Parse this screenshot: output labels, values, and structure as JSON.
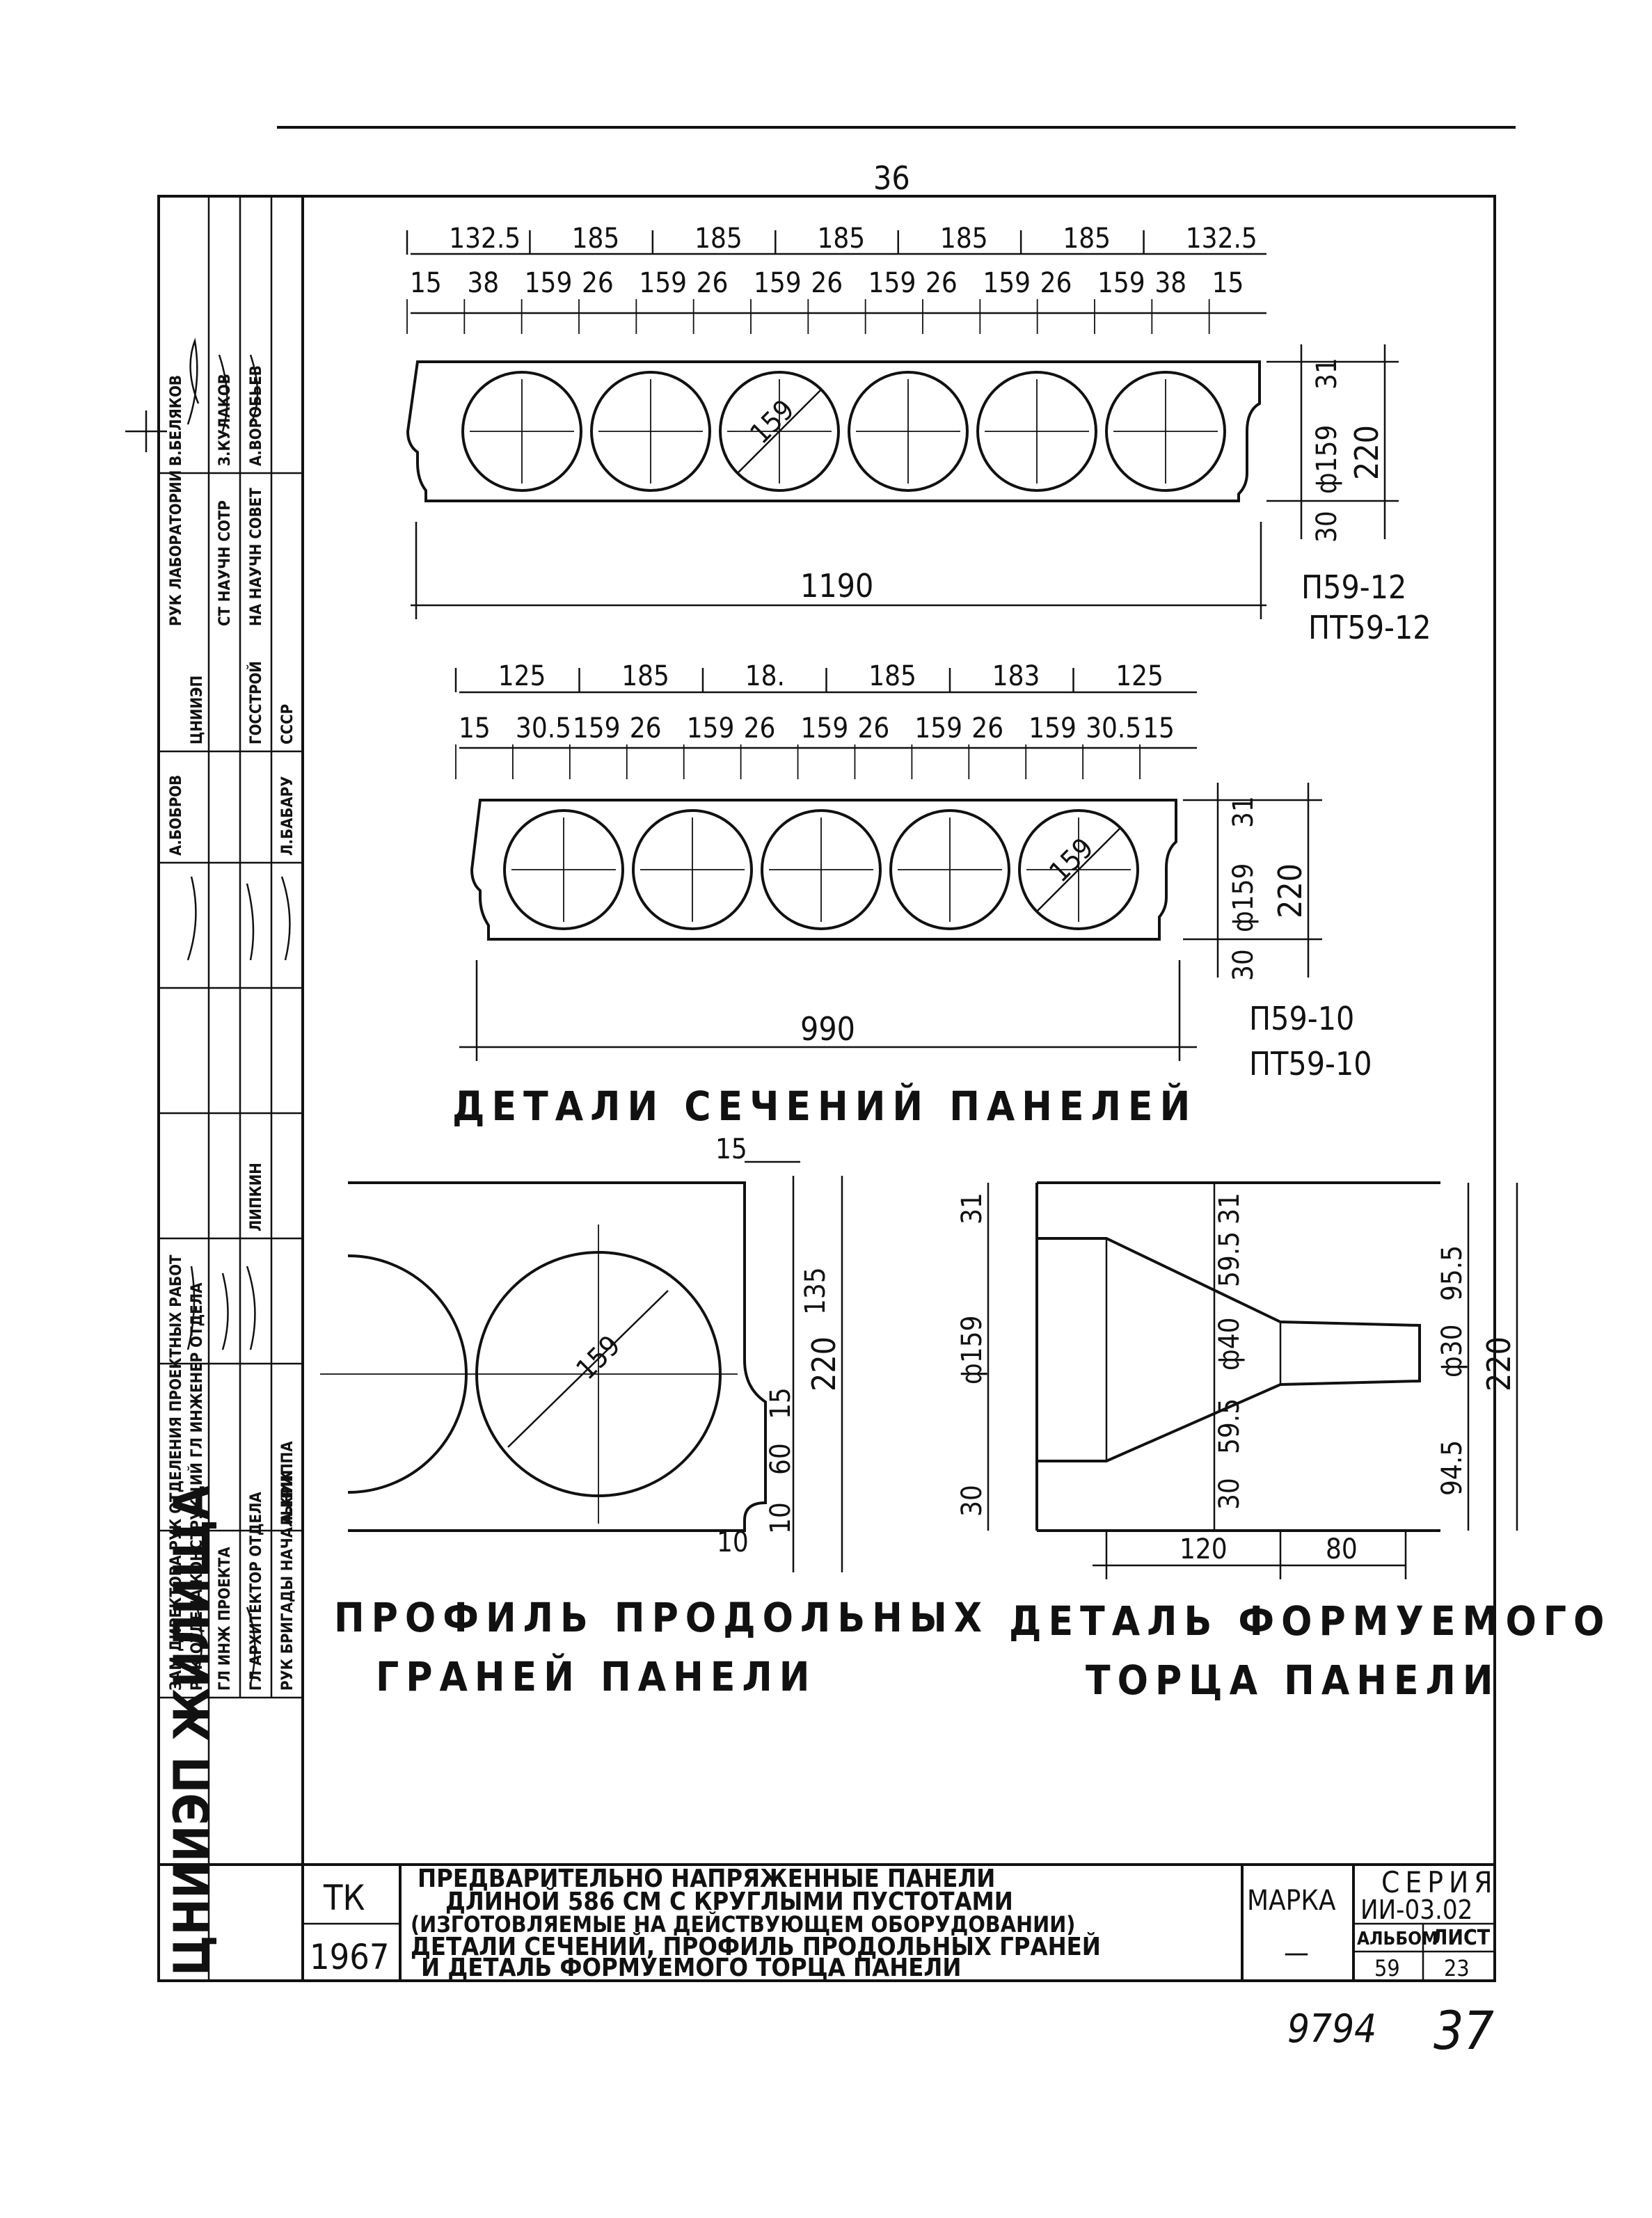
{
  "page_number_top": "36",
  "page_number_bottom": "37",
  "stamp_number": "9794",
  "section1": {
    "title": "ДЕТАЛИ СЕЧЕНИЙ ПАНЕЛЕЙ",
    "panel12": {
      "top_dims": [
        "132.5",
        "185",
        "185",
        "185",
        "185",
        "185",
        "132.5"
      ],
      "sub_dims": [
        "15",
        "38",
        "159",
        "26",
        "159",
        "26",
        "159",
        "26",
        "159",
        "26",
        "159",
        "26",
        "159",
        "38",
        "15"
      ],
      "length": "1190",
      "height": "220",
      "top_offset": "31",
      "bottom_offset": "30",
      "diameter": "ф159",
      "circle_label": "159",
      "marks": [
        "П59-12",
        "ПТ59-12"
      ]
    },
    "panel10": {
      "top_dims": [
        "125",
        "185",
        "18.",
        "185",
        "183",
        "125"
      ],
      "sub_dims": [
        "15",
        "30.5",
        "159",
        "26",
        "159",
        "26",
        "159",
        "26",
        "159",
        "26",
        "159",
        "30.5",
        "15"
      ],
      "length": "990",
      "height": "220",
      "top_offset": "31",
      "bottom_offset": "30",
      "diameter": "ф159",
      "circle_label": "159",
      "marks": [
        "П59-10",
        "ПТ59-10"
      ]
    }
  },
  "profile": {
    "title_line1": "ПРОФИЛЬ ПРОДОЛЬНЫХ",
    "title_line2": "ГРАНЕЙ ПАНЕЛИ",
    "dim_top": "15",
    "dim_135": "135",
    "dim_220": "220",
    "dim_15b": "15",
    "dim_60": "60",
    "dim_10a": "10",
    "dim_10b": "10",
    "circle_label": "159"
  },
  "end_detail": {
    "title_line1": "ДЕТАЛЬ ФОРМУЕМОГО",
    "title_line2": "ТОРЦА ПАНЕЛИ",
    "dim_31a": "31",
    "dim_30a": "30",
    "dim_159": "ф159",
    "dim_59_5a": "59.5",
    "dim_31b": "31",
    "dim_40": "ф40",
    "dim_59_5b": "59.5",
    "dim_30b": "30",
    "dim_30c": "ф30",
    "dim_95_5": "95.5",
    "dim_94_5": "94.5",
    "dim_220": "220",
    "dim_120": "120",
    "dim_80": "80"
  },
  "title_block": {
    "org": "ЦНИИЭП ЖИЛИЩА",
    "code": "ТК",
    "year": "1967",
    "title_lines": [
      "ПРЕДВАРИТЕЛЬНО НАПРЯЖЕННЫЕ ПАНЕЛИ",
      "ДЛИНОЙ 586 СМ С КРУГЛЫМИ ПУСТОТАМИ",
      "(ИЗГОТОВЛЯЕМЫЕ НА ДЕЙСТВУЮЩЕМ ОБОРУДОВАНИИ)",
      "ДЕТАЛИ СЕЧЕНИЙ, ПРОФИЛЬ ПРОДОЛЬНЫХ ГРАНЕЙ",
      "И ДЕТАЛЬ ФОРМУЕМОГО ТОРЦА ПАНЕЛИ"
    ],
    "marka_label": "МАРКА",
    "marka_value": "—",
    "series_label": "СЕРИЯ",
    "series_value": "ИИ-03.02",
    "album_label": "АЛЬБОМ",
    "album_value": "59",
    "sheet_label": "ЛИСТ",
    "sheet_value": "23"
  },
  "side_stamp": {
    "rows": [
      "ЗАМ ДИРЕКТОРА РУК ОТДЕЛЕНИЯ ПРОЕКТНЫХ РАБОТ",
      "РУК ОТДЕЛА КОНСТРУКЦИЙ ГЛ ИНЖЕНЕР ОТДЕЛА",
      "ГЛ ИНЖ ПРОЕКТА",
      "ГЛ АРХИТЕКТОР ОТДЕЛА",
      "РУК БРИГАДЫ НАЧАЛЬНИК",
      "А.КРИППА",
      "А.БОБРОВ",
      "Л.БАБАРУ",
      "ЛИПКИН",
      "СССР",
      "ГОССТРОЙ",
      "ЦНИИЭП",
      "НА НАУЧН СОВЕТ",
      "СТ НАУЧН СОТР",
      "РУК ЛАБОРАТОРИИ",
      "А.ВОРОБЬЕВ",
      "З.КУЛАКОВ",
      "В.БЕЛЯКОВ"
    ]
  }
}
